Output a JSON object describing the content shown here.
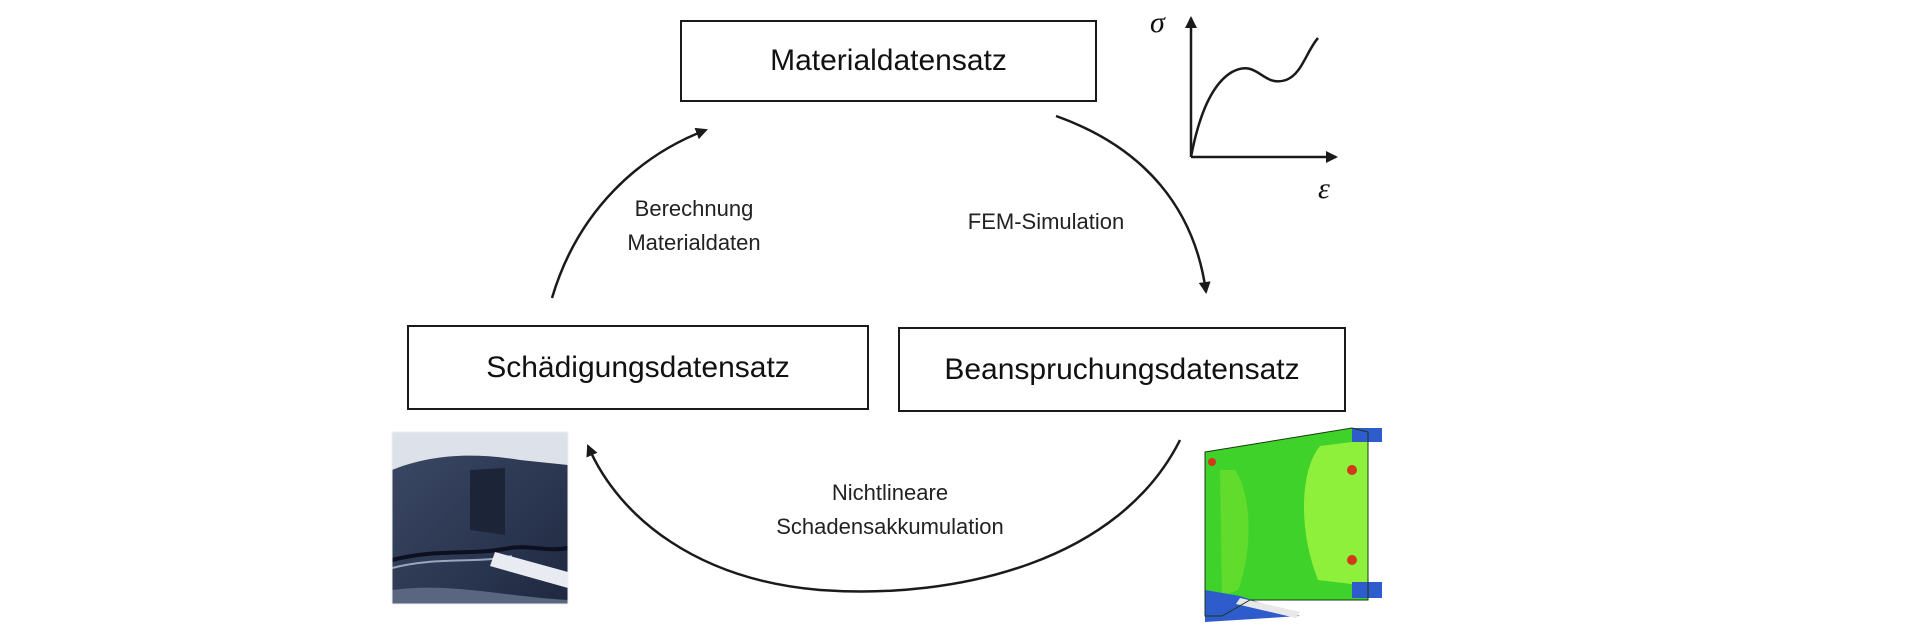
{
  "boxes": {
    "material": "Materialdatensatz",
    "beanspruchung": "Beanspruchungsdatensatz",
    "schaedigung": "Schädigungsdatensatz"
  },
  "arrows": {
    "left": {
      "line1": "Berechnung",
      "line2": "Materialdaten"
    },
    "right": {
      "line1": "FEM-Simulation"
    },
    "bottom": {
      "line1": "Nichtlineare",
      "line2": "Schadensakkumulation"
    }
  },
  "stress_strain_plot": {
    "y_symbol": "σ",
    "x_symbol": "ε"
  },
  "icons": {
    "damage_photo": "cracked-rubber-part-photo",
    "fem_result": "fem-stress-contour-image"
  },
  "colors": {
    "stroke": "#1a1a1a",
    "fem_green": "#3fd22b",
    "fem_light_green": "#8ef03a",
    "fem_blue": "#2f5ccc",
    "fem_red": "#d03a1a",
    "photo_dark": "#2d3a52"
  }
}
